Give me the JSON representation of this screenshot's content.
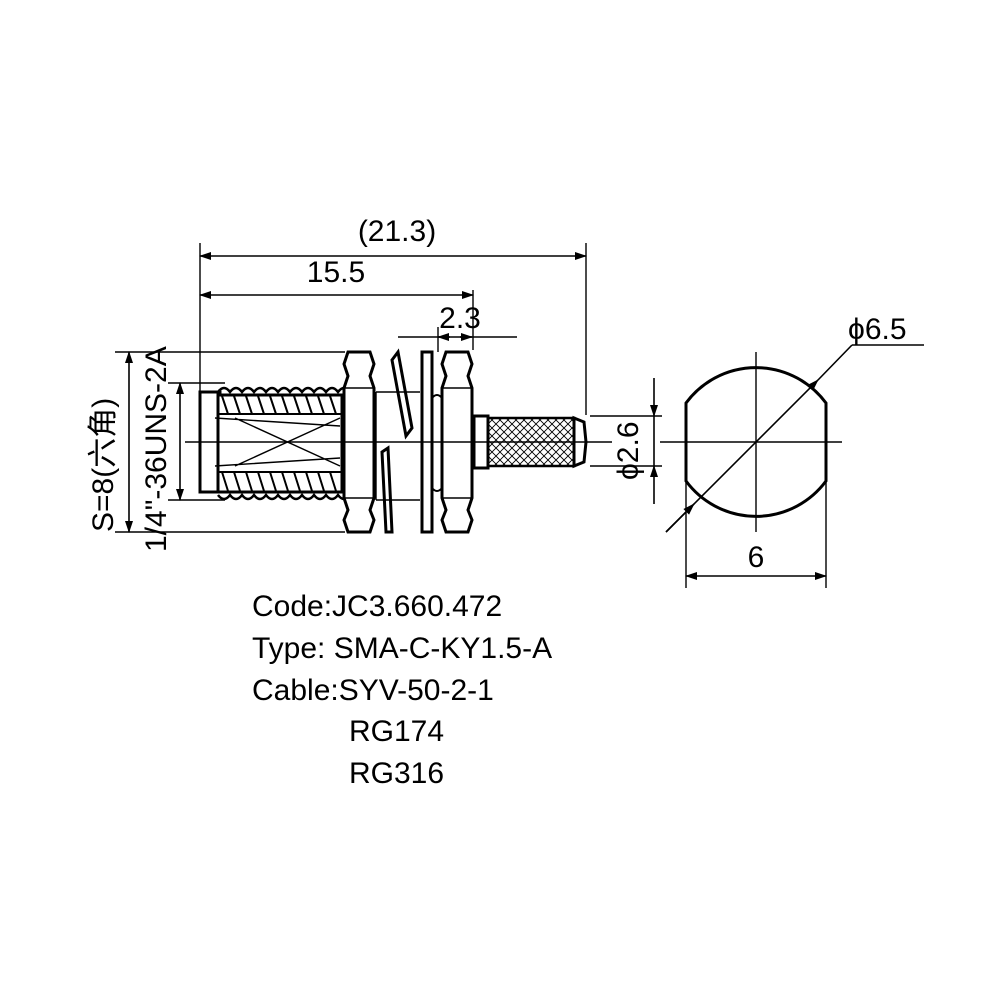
{
  "dimensions": {
    "overall_length": "(21.3)",
    "body_length": "15.5",
    "nut_thickness": "2.3",
    "ferrule_diameter": "2.6",
    "ferrule_diameter_symbol": "ϕ",
    "panel_cut_diameter": "6.5",
    "panel_cut_diameter_symbol": "ϕ",
    "flat_width": "6",
    "hex_size": "S=8(六角)",
    "thread_spec": "1/4\"-36UNS-2A"
  },
  "specs": {
    "code": "Code:JC3.660.472",
    "type": "Type: SMA-C-KY1.5-A",
    "cable_label": "Cable:SYV-50-2-1",
    "cable_alt_1": "RG174",
    "cable_alt_2": "RG316"
  }
}
